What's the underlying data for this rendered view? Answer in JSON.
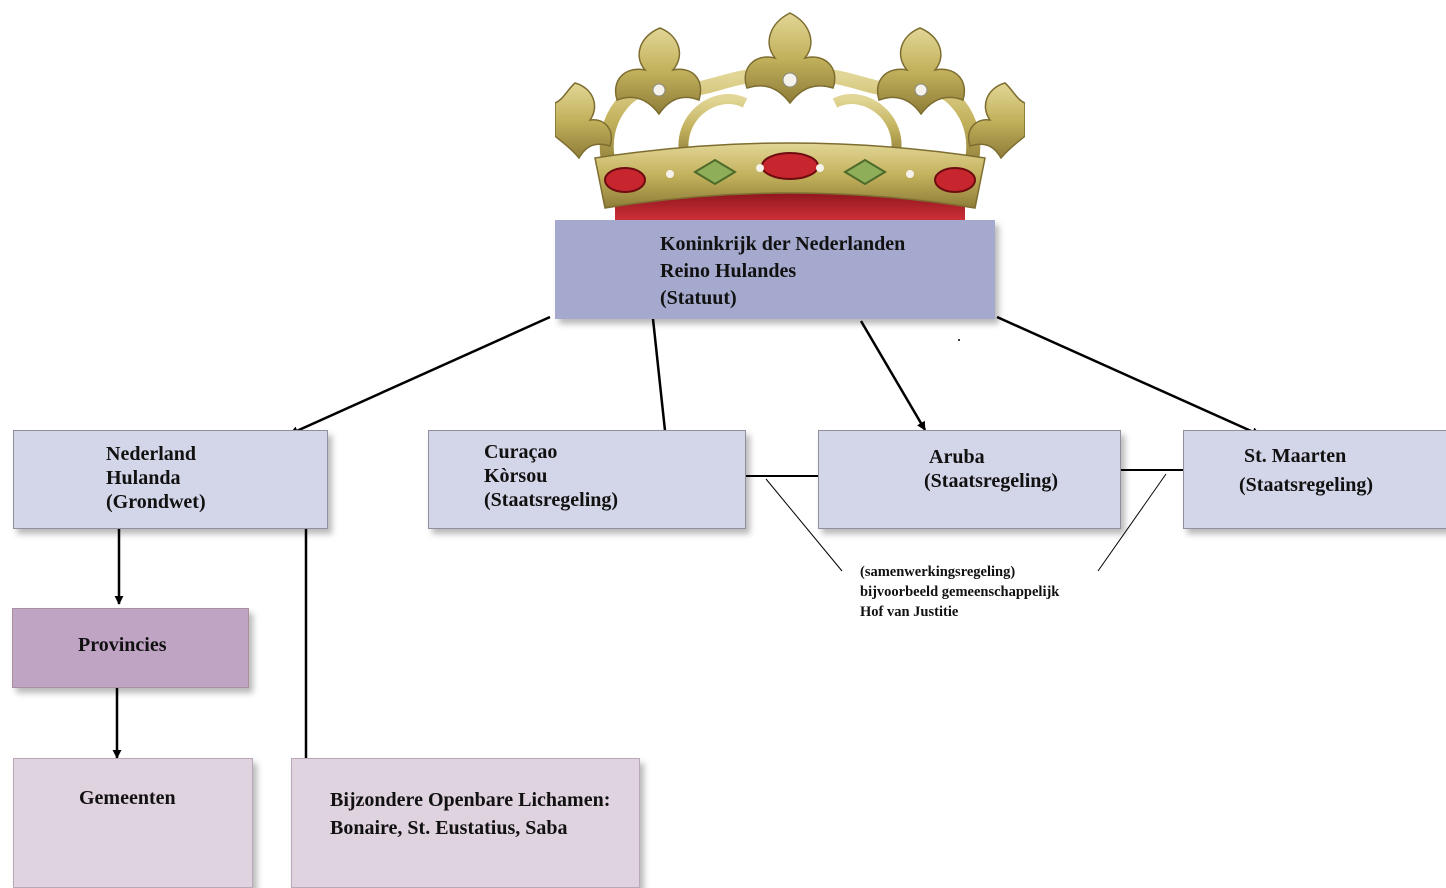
{
  "emblem": {
    "icon": "crown-icon"
  },
  "kingdom": {
    "lines": [
      "Koninkrijk der Nederlanden",
      "Reino Hulandes",
      "(Statuut)"
    ]
  },
  "countries": {
    "nederland": {
      "lines": [
        "Nederland",
        "Hulanda",
        "(Grondwet)"
      ]
    },
    "curacao": {
      "lines": [
        "Curaçao",
        "Kòrsou",
        "(Staatsregeling)"
      ]
    },
    "aruba": {
      "lines": [
        "Aruba",
        "(Staatsregeling)"
      ]
    },
    "st_maarten": {
      "lines": [
        "St. Maarten",
        "(Staatsregeling)"
      ]
    }
  },
  "subdivisions": {
    "provincies": "Provincies",
    "gemeenten": "Gemeenten",
    "bijzondere": {
      "lines": [
        "Bijzondere Openbare Lichamen:",
        "Bonaire, St. Eustatius, Saba"
      ]
    }
  },
  "note": {
    "lines": [
      "(samenwerkingsregeling)",
      "bijvoorbeeld gemeenschappelijk",
      "Hof van Justitie"
    ]
  },
  "colors": {
    "kingdom_box": "#a4a9cd",
    "country_box": "#d3d5e8",
    "provincies_box": "#bfa4c4",
    "municipal_box": "#e0d3e0",
    "crown_gold": "#c8b86a",
    "crown_velvet": "#c8262e"
  }
}
